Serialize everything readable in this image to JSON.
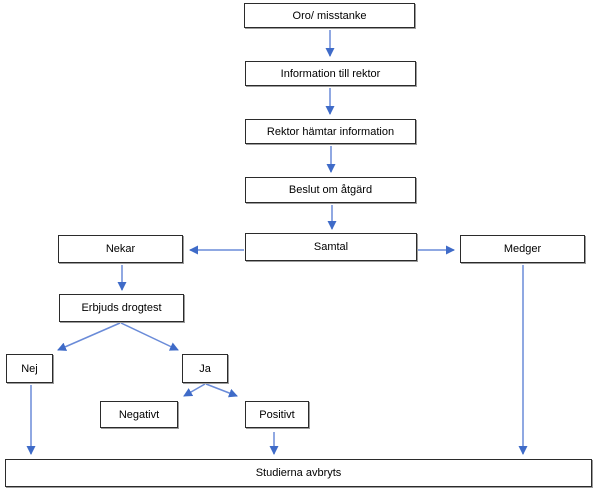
{
  "colors": {
    "arrow_line": "#6A8BD8",
    "arrow_head": "#3F6BC8",
    "box_border": "#2b2b2b",
    "box_shadow": "#9c9c9c",
    "background": "#ffffff"
  },
  "flowchart": {
    "nodes": {
      "oro": {
        "label": "Oro/ misstanke"
      },
      "info": {
        "label": "Information till rektor"
      },
      "rektor": {
        "label": "Rektor hämtar information"
      },
      "beslut": {
        "label": "Beslut om åtgärd"
      },
      "samtal": {
        "label": "Samtal"
      },
      "nekar": {
        "label": "Nekar"
      },
      "medger": {
        "label": "Medger"
      },
      "erbjuds": {
        "label": "Erbjuds drogtest"
      },
      "nej": {
        "label": "Nej"
      },
      "ja": {
        "label": "Ja"
      },
      "negativt": {
        "label": "Negativt"
      },
      "positivt": {
        "label": "Positivt"
      },
      "studierna": {
        "label": "Studierna avbryts"
      }
    },
    "edges": [
      {
        "from": "oro",
        "to": "info"
      },
      {
        "from": "info",
        "to": "rektor"
      },
      {
        "from": "rektor",
        "to": "beslut"
      },
      {
        "from": "beslut",
        "to": "samtal"
      },
      {
        "from": "samtal",
        "to": "nekar"
      },
      {
        "from": "samtal",
        "to": "medger"
      },
      {
        "from": "nekar",
        "to": "erbjuds"
      },
      {
        "from": "erbjuds",
        "to": "nej"
      },
      {
        "from": "erbjuds",
        "to": "ja"
      },
      {
        "from": "ja",
        "to": "negativt"
      },
      {
        "from": "ja",
        "to": "positivt"
      },
      {
        "from": "nej",
        "to": "studierna"
      },
      {
        "from": "positivt",
        "to": "studierna"
      },
      {
        "from": "medger",
        "to": "studierna"
      }
    ]
  }
}
